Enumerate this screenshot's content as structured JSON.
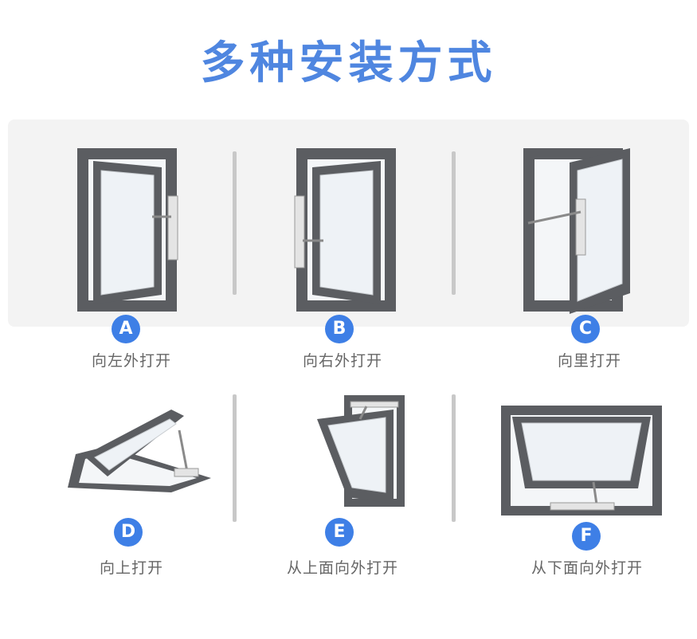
{
  "title": "多种安装方式",
  "accent_color": "#4f86e0",
  "badge_color": "#3e7fe6",
  "frame_color": "#5b5d61",
  "items": [
    {
      "letter": "A",
      "label": "向左外打开",
      "icon": "casement-window-left-outward-icon"
    },
    {
      "letter": "B",
      "label": "向右外打开",
      "icon": "casement-window-right-outward-icon"
    },
    {
      "letter": "C",
      "label": "向里打开",
      "icon": "casement-window-inward-icon"
    },
    {
      "letter": "D",
      "label": "向上打开",
      "icon": "skylight-upward-icon"
    },
    {
      "letter": "E",
      "label": "从上面向外打开",
      "icon": "top-hung-window-icon"
    },
    {
      "letter": "F",
      "label": "从下面向外打开",
      "icon": "bottom-hung-window-icon"
    }
  ]
}
